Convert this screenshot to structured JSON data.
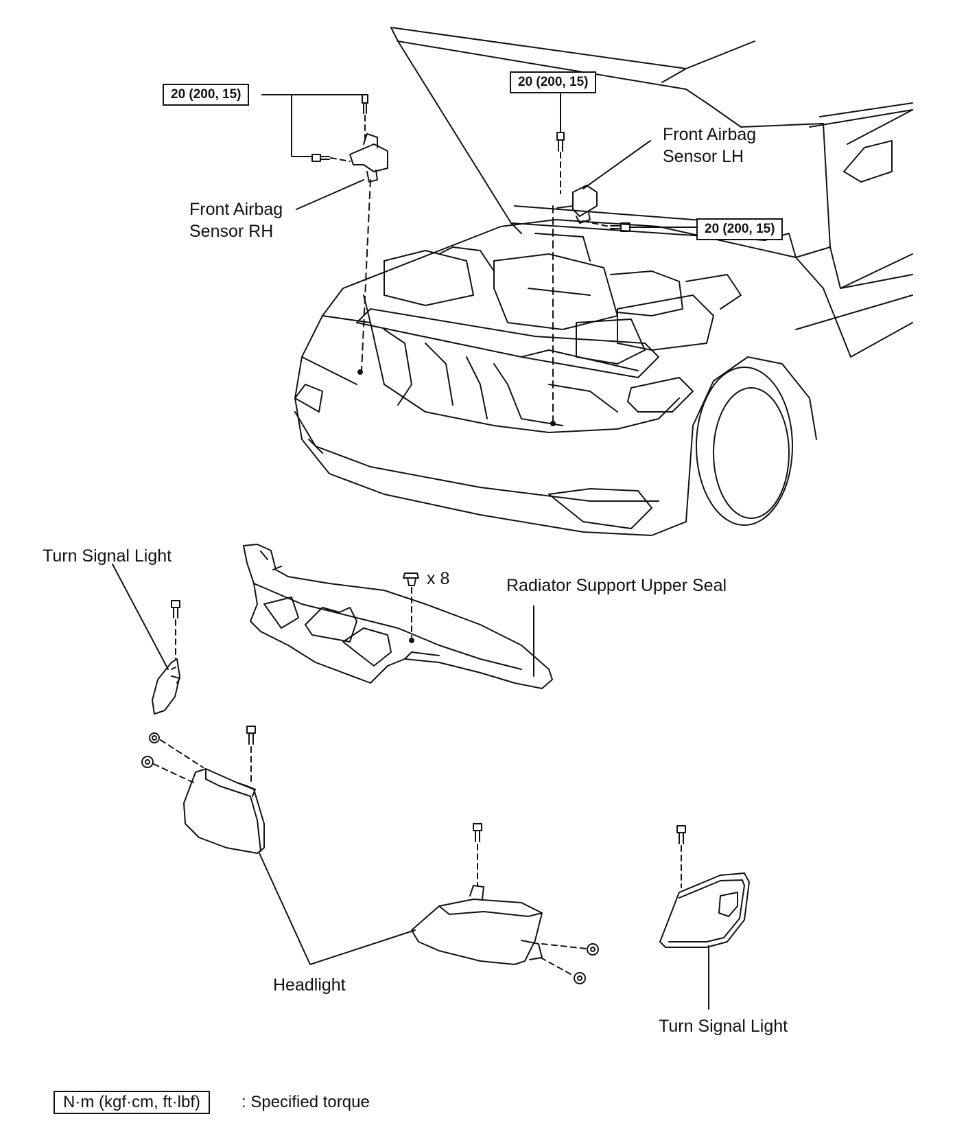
{
  "colors": {
    "line": "#111111",
    "background": "#ffffff"
  },
  "torque_specs": {
    "rh_sensor": "20 (200, 15)",
    "lh_sensor_upper": "20 (200, 15)",
    "lh_sensor_side": "20 (200, 15)"
  },
  "labels": {
    "front_airbag_sensor_rh": [
      "Front Airbag",
      "Sensor RH"
    ],
    "front_airbag_sensor_lh": [
      "Front Airbag",
      "Sensor LH"
    ],
    "turn_signal_light_left": "Turn Signal Light",
    "turn_signal_light_right": "Turn Signal Light",
    "clip_count": "x 8",
    "radiator_support_upper_seal": "Radiator Support Upper Seal",
    "headlight": "Headlight"
  },
  "legend": {
    "unit_box": "N·m (kgf·cm, ft·lbf)",
    "description": ": Specified torque"
  },
  "icons": [
    "bolt-icon",
    "clip-icon",
    "nut-icon",
    "airbag-sensor-icon",
    "headlight-icon",
    "turn-signal-light-icon",
    "radiator-seal-icon",
    "car-front-icon"
  ]
}
